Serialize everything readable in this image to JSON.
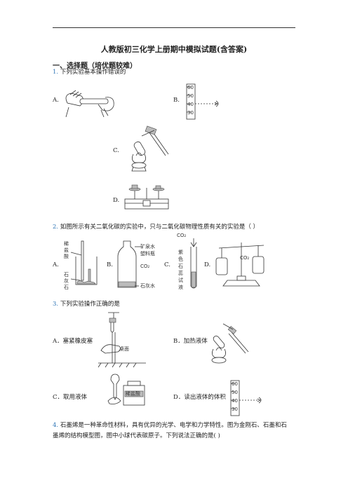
{
  "doc": {
    "title": "人教版初三化学上册期中模拟试题(含答案)",
    "section": "一、选择题（培优题较难）"
  },
  "q1": {
    "num": "1.",
    "text": "下列实验基本操作错误的",
    "options": [
      "A.",
      "B.",
      "C.",
      "D."
    ],
    "cyl_labels": [
      "60",
      "50",
      "40",
      "30"
    ]
  },
  "q2": {
    "num": "2.",
    "text": "如图所示有关二氧化碳的实验中，只与二氧化碳物理性质有关的实验是（        ）",
    "options": [
      "A.",
      "B.",
      "C.",
      "D."
    ],
    "a_labels": [
      "稀",
      "盐",
      "酸",
      "石",
      "灰",
      "石"
    ],
    "b_labels": [
      "矿泉水",
      "塑料瓶",
      "CO₂",
      "石灰水"
    ],
    "c_labels": [
      "CO₂",
      "紫",
      "色",
      "石",
      "蕊",
      "试",
      "液"
    ],
    "d_labels": [
      "CO₂"
    ]
  },
  "q3": {
    "num": "3.",
    "text": "下列实验操作正确的是",
    "opt_a": "A．塞紧橡皮塞",
    "opt_b": "B．加热液体",
    "opt_c": "C．取用液体",
    "opt_d": "D．读出液体的体积",
    "desk_label": "桌面",
    "bottle_label": "稀盐酸",
    "cyl_labels": [
      "60",
      "50",
      "40",
      "30"
    ]
  },
  "q4": {
    "num": "4.",
    "text1": "石墨烯是一种革命性材料，具有优异的光学、电学和力学特性。图为金刚石、石墨和石",
    "text2": "墨烯的结构模型图，图中小球代表碳原子。下列说法正确的是(        )"
  }
}
